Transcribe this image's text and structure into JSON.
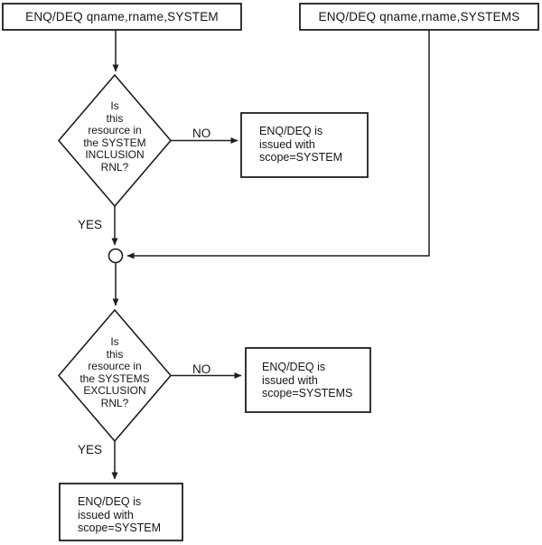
{
  "colors": {
    "background": "#ffffff",
    "line": "#1f1f1f",
    "text": "#161616"
  },
  "flow": {
    "entry_left": "ENQ/DEQ qname,rname,SYSTEM",
    "entry_right": "ENQ/DEQ qname,rname,SYSTEMS",
    "decision1": {
      "question": "Is\nthis\nresource in\nthe SYSTEM\nINCLUSION\nRNL?",
      "no_label": "NO",
      "yes_label": "YES",
      "no_result": "ENQ/DEQ is\nissued with\nscope=SYSTEM"
    },
    "connector": "junction-circle",
    "decision2": {
      "question": "Is\nthis\nresource in\nthe SYSTEMS\nEXCLUSION\nRNL?",
      "no_label": "NO",
      "yes_label": "YES",
      "no_result": "ENQ/DEQ is\nissued with\nscope=SYSTEMS"
    },
    "final_result": "ENQ/DEQ is\nissued with\nscope=SYSTEM"
  }
}
